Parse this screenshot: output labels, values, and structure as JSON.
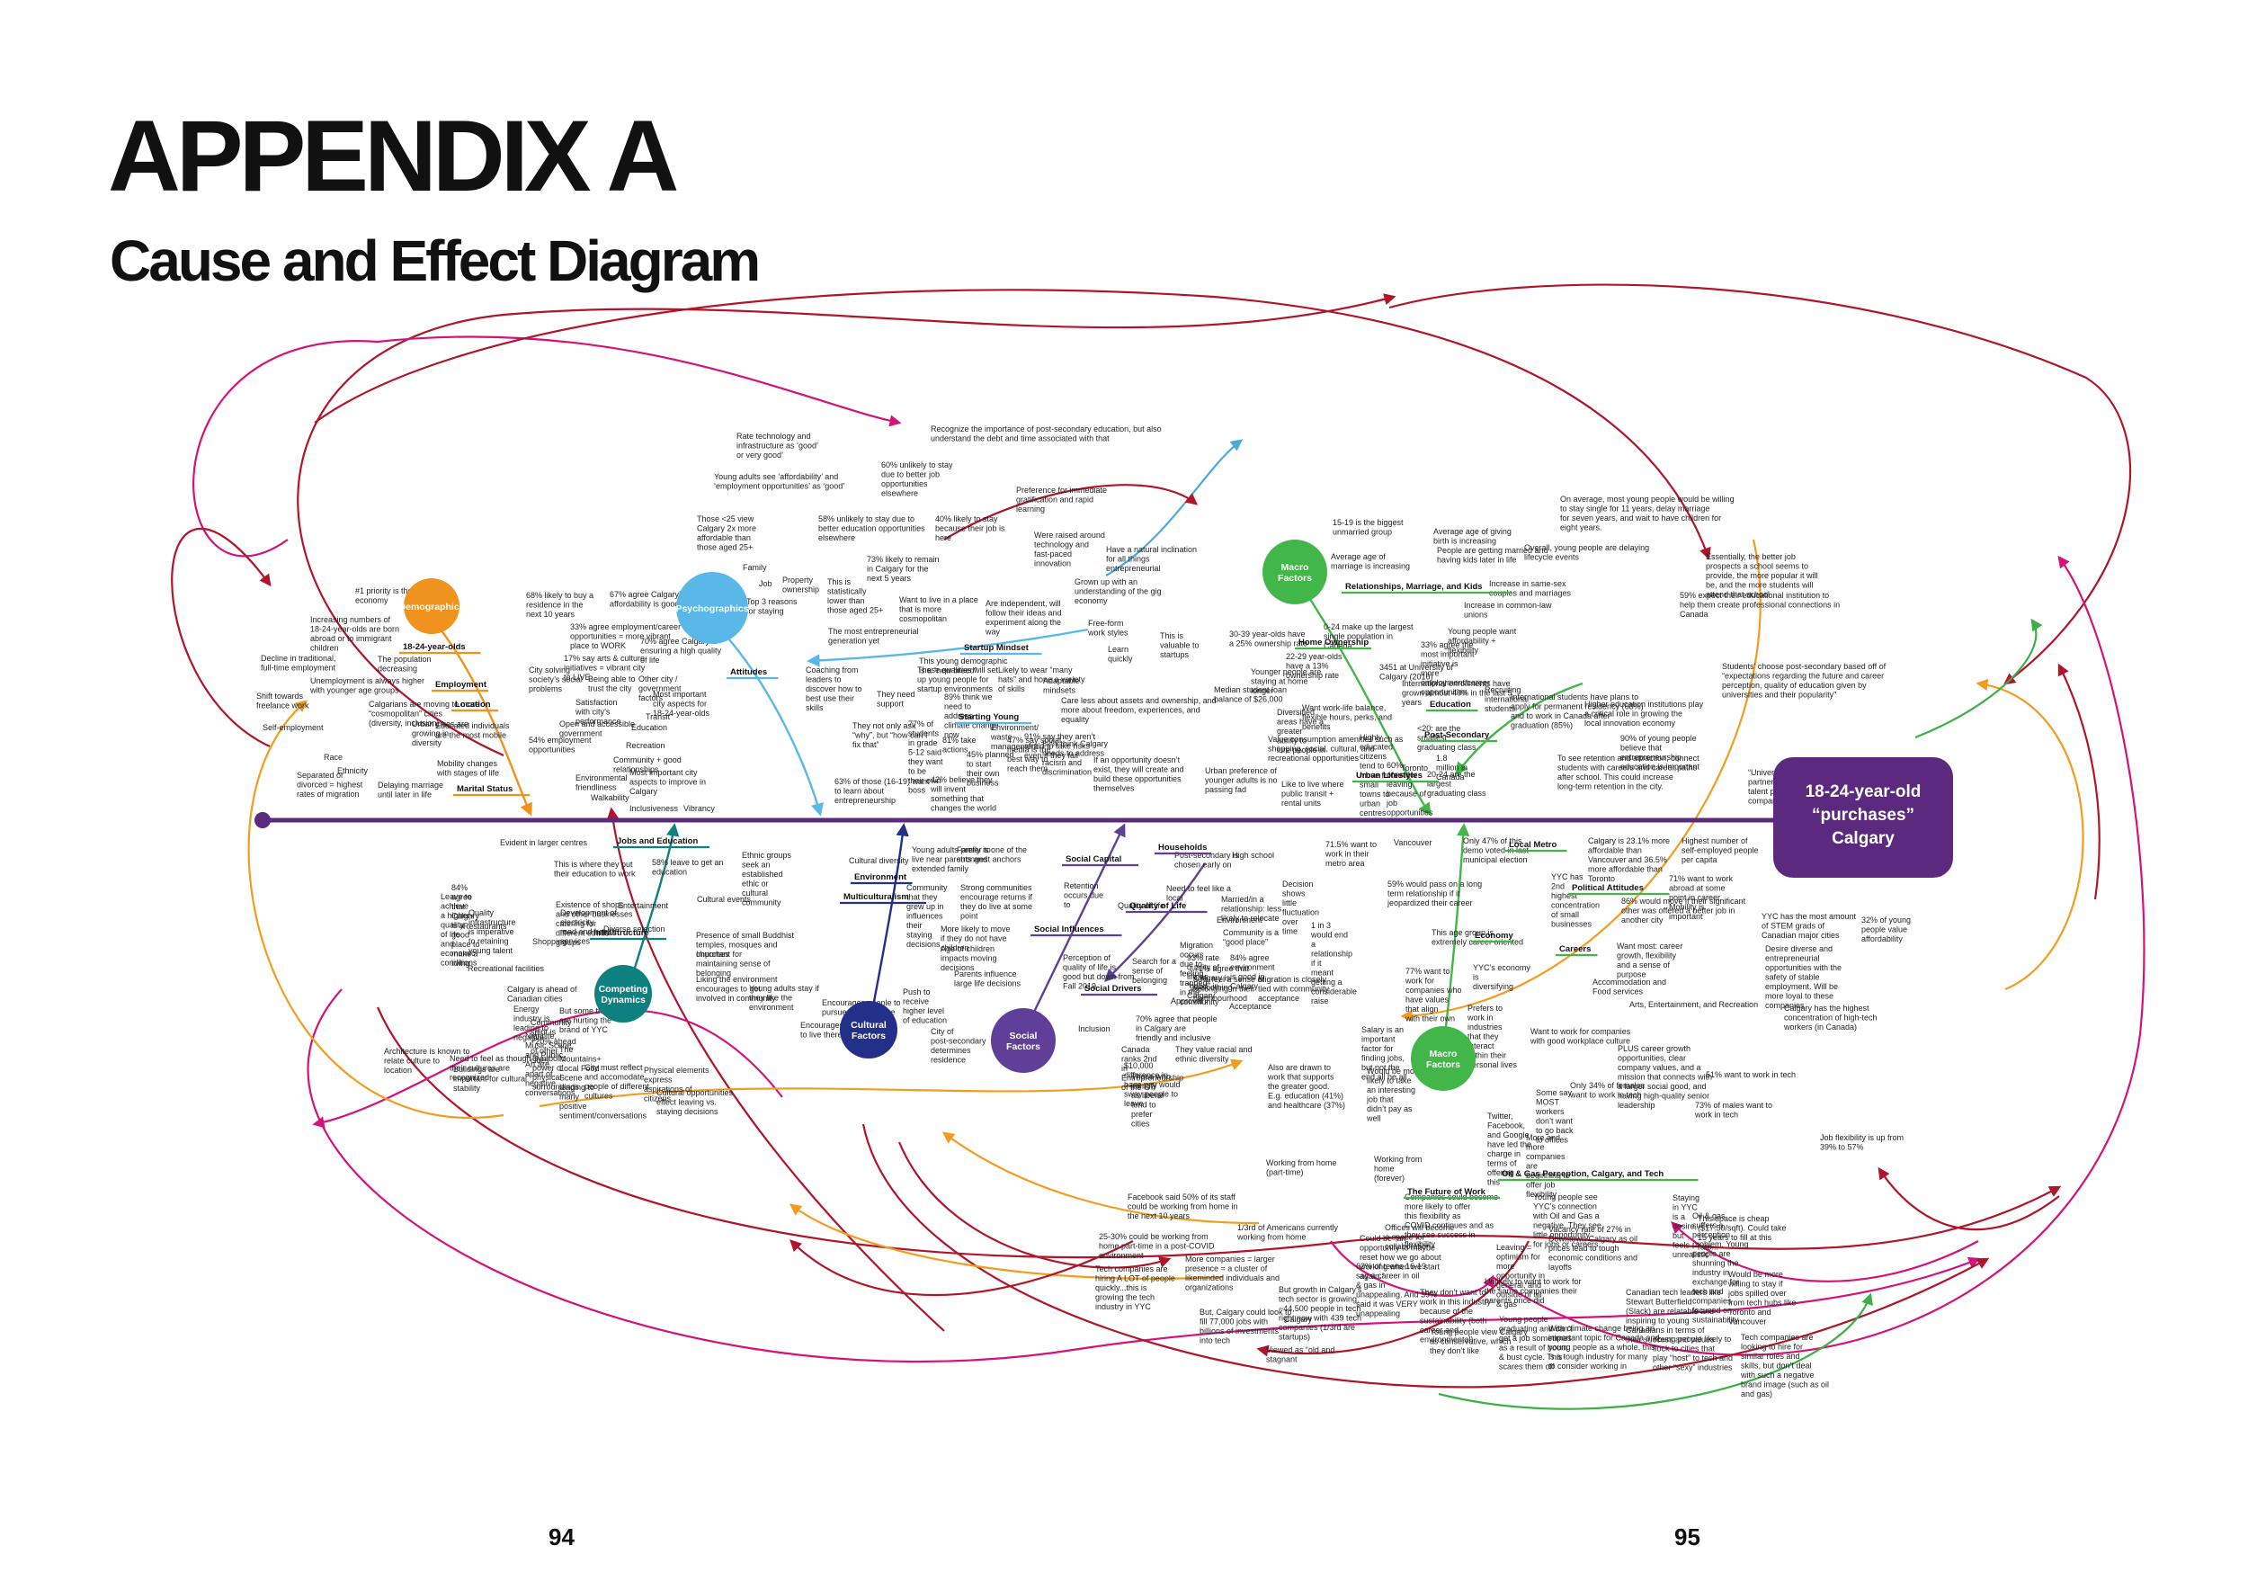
{
  "title": "APPENDIX A",
  "subtitle": "Cause and Effect Diagram",
  "outcome": [
    "18-24-year-old",
    "“purchases”",
    "Calgary"
  ],
  "page_numbers": {
    "left": "94",
    "right": "95"
  },
  "hubs": {
    "demographics": {
      "label": "Demographics",
      "color": "#f0931e"
    },
    "psychographics": {
      "label": "Psychographics",
      "color": "#5ab8e8"
    },
    "macro_top": {
      "label": "Macro Factors",
      "color": "#43b649"
    },
    "competing": {
      "label": "Competing Dynamics",
      "color": "#0e8080"
    },
    "cultural": {
      "label": "Cultural Factors",
      "color": "#22308a"
    },
    "social": {
      "label": "Social Factors",
      "color": "#603f98"
    },
    "macro_bottom": {
      "label": "Macro Factors",
      "color": "#43b649"
    }
  },
  "sub_headings": [
    "18-24-year-olds",
    "Employment",
    "Location",
    "Marital Status",
    "Attitudes",
    "Startup Mindset",
    "Starting Young",
    "Relationships, Marriage, and Kids",
    "Home Ownership",
    "Education",
    "Post-Secondary",
    "Urban Lifestyles",
    "Jobs and Education",
    "Infrastructure",
    "Environment",
    "Multiculturalism",
    "Social Capital",
    "Households",
    "Quality of Life",
    "Social Influences",
    "Social Drivers",
    "Local Metro",
    "Political Attitudes",
    "Economy",
    "Careers",
    "The Future of Work",
    "Oil & Gas Perception, Calgary, and Tech"
  ],
  "notes": [
    "#1 priority is the economy",
    "Increasing numbers of 18-24-year-olds are born abroad or to immigrant children",
    "Decline in traditional, full-time employment",
    "The population decreasing",
    "Unemployment is always higher with younger age groups",
    "Shift towards freelance work",
    "Calgarians are moving to more “cosmopolitan” cities (diversity, inclusion)",
    "Self-employment",
    "Urban cities are growing in diversity",
    "Educated individuals are the most mobile",
    "Race",
    "Ethnicity",
    "Mobility changes with stages of life",
    "Separated or divorced = highest rates of migration",
    "Delaying marriage until later in life",
    "68% likely to buy a residence in the next 10 years",
    "67% agree Calgary’s affordability is good",
    "33% agree employment/career opportunities = more vibrant place to WORK",
    "City solving society’s social problems",
    "70% agree Calgary is ensuring a high quality of life",
    "17% say arts & culture initiatives = vibrant city to LIVE",
    "Being able to trust the city",
    "Satisfaction with city’s performance",
    "Other city / government factors",
    "Open and accessible government",
    "Most important city aspects for 18-24-year-olds",
    "Transit",
    "Education",
    "Recreation",
    "Community + good relationships",
    "54% employment opportunities",
    "Environmental friendliness",
    "Most important city aspects to improve in Calgary",
    "Walkability",
    "Inclusiveness",
    "Vibrancy",
    "Rate technology and infrastructure as ‘good’ or very good’",
    "Young adults see ‘affordability’ and ‘employment opportunities’ as ‘good’",
    "Those <25 view Calgary 2x more affordable than those aged 25+",
    "Family",
    "Job",
    "Property ownership",
    "Top 3 reasons for staying",
    "Recognize the importance of post-secondary education, but also understand the debt and time associated with that",
    "60% unlikely to stay due to better job opportunities elsewhere",
    "58% unlikely to stay due to better education opportunities elsewhere",
    "40% likely to stay because their job is here",
    "73% likely to remain in Calgary for the next 5 years",
    "This is statistically lower than those aged 25+",
    "Want to live in a place that is more cosmopolitan",
    "The most entrepreneurial generation yet",
    "Preference for immediate gratification and rapid learning",
    "Were raised around technology and fast-paced innovation",
    "Have a natural inclination for all things entrepreneurial",
    "Grown up with an understanding of the gig economy",
    "Are independent, will follow their ideas and experiment along the way",
    "Free-form work styles",
    "Learn quickly",
    "This is valuable to startups",
    "This young demographic is a “new breed”",
    "Likely to wear “many hats” and hone a variety of skills",
    "Adaptable mindsets",
    "Care less about assets and ownership, and more about freedom, experiences, and equality",
    "Coaching from leaders to discover how to best use their skills",
    "These qualities will set up young people for startup environments",
    "They need support",
    "89% think we need to address climate change now",
    "81% take actions",
    "Environment/ waste management",
    "47% say social media is the best way to reach them",
    "82% think Calgary needs to address racism and discrimination",
    "63% of those (16-19) want to learn about entrepreneurship",
    "They not only ask “why”, but “how can I fix that”",
    "77% of students in grade 5-12 said they want to be their own boss",
    "45% planned to start their own business",
    "91% say they aren’t afraid to take risks even if they fail",
    "42% believe they will invent something that changes the world",
    "If an opportunity doesn’t exist, they will create and build these opportunities themselves",
    "15-19 is the biggest unmarried group",
    "Average age of giving birth is increasing",
    "Average age of marriage is increasing",
    "People are getting married and having kids later in life",
    "Overall, young people are delaying lifecycle events",
    "Increase in same-sex couples and marriages",
    "Increase in common-law unions",
    "0-24 make up the largest single population in Canada",
    "30-39 year-olds have a 25% ownership rate",
    "Younger people are staying at home longer",
    "22-29 year-olds have a 13% ownership rate",
    "Young people want affordability + flexibility",
    "3451 at University of Calgary (2016)",
    "International enrollments have grown almost 40% in the last 5 years",
    "International students have plans to apply for permanent residency (68%) and to work in Canada after graduation (85%)",
    "Recruiting international students",
    "Median student loan balance of $26,000",
    "Want work-life balance, flexible hours, perks, and benefits",
    "Value consumption amenities such as shopping, social, cultural, and recreational opportunities",
    "Higher education institutions play a critical role in growing the local innovation economy",
    "90% of young people believe that entrepreneurship education is important",
    "<20: are the smallest graduating class",
    "1.8 million in Canada",
    "20-24 are the largest graduating class",
    "To see retention and attraction, connect students with careers and career paths after school. This could increase long-term retention in the city.",
    "Urban preference of younger adults is no passing fad",
    "Like to live where public transit + rental units",
    "On average, most young people would be willing to stay single for 11 years, delay marriage for seven years, and wait to have children for eight years.",
    "59% expect their educational institution to help them create professional connections in Canada",
    "Essentially, the better job prospects a school seems to provide, the more popular it will be, and the more students will attend that school",
    "Students’ choose post-secondary based off of “expectations regarding the future and career perception, quality of education given by universities and their popularity”",
    "“Universities provide a powerful partner for building a valuable talent pool for the attraction of companies and the jobs they create”",
    "33% agree the most important initiative is more employment/career opportunities",
    "Diversified areas have a greater ability to lure people in",
    "Highly educated citizens tend to move from small towns to urban centres",
    "60% consider leaving because of job opportunities",
    "Toronto",
    "Vancouver",
    "Evident in larger centres",
    "This is where they put their education to work",
    "58% leave to get an education",
    "84% agree that Calgary is a good place to make a living",
    "Leave to achieve a higher quality of life and economic conditions",
    "Quality infrastructure is imperative to retaining young talent",
    "Development of electricity, road and health services",
    "Entertainment",
    "Restaurants",
    "Shopping",
    "Diverse selection",
    "Recreational facilities",
    "Calgary is ahead of Canadian cities",
    "Energy industry is leading to negative",
    "But some things are hurting the brand of YYC",
    "Community spirit is +20% ahead of other cities",
    "Nightlife, Music Scene, and Public Art are apart of negative conversations",
    "The Mountains+ Local Food Scene leading to many positive sentiment/conversations",
    "Symbolic power of physical surroundings",
    "City must reflect and accomodate people of different cultures",
    "Architecture is known to relate culture to location",
    "Need to feel as though their cultures are recognized",
    "Physical elements express aspirations of citizens",
    "Buildings are important for cultural stability",
    "Cultural opportunities effect leaving vs. staying decisions",
    "Ethnic groups seek an established ethic or cultural community",
    "Cultural diversity",
    "Cultural events",
    "Existence of shops and other businesses catering for different ethnic groups",
    "Presence of small Buddhist temples, mosques and churches",
    "Important for maintaining sense of belonging",
    "Liking the environment encourages to get involved in community",
    "Young adults stay if they like the environment",
    "Encourages people to live there",
    "Encourages people to pursue studies there",
    "Young adults prefer to live near parents and extended family",
    "Family is one of the strongest anchors",
    "Community that they grew up in influences their staying decisions",
    "Strong communities encourage returns if they do live at some point",
    "More likely to move if they do not have children",
    "Age of children impacts moving decisions",
    "Parents influence large life decisions",
    "Push to receive higher level of education",
    "City of post-secondary determines residence",
    "Post-secondary is chosen early on",
    "High school",
    "Need to feel like a local",
    "Married/in a relationship: less likely to relocate",
    "Decision shows little fluctuation over time",
    "Retention occurs due to",
    "Quality of life",
    "Environment",
    "Community is a “good place”",
    "Migration occurs due to feeling trapped in the community",
    "93% rate quality of life as “good” in Calgary",
    "84% agree environment is good in Calgary",
    "Perception of quality of life is good but down from Fall 2019",
    "Search for a sense of belonging",
    "80% feel a sense of belonging in their neighbourhood",
    "71% agree that Calgary is welcoming",
    "Migration is closely tied with community acceptance",
    "Approval",
    "Acceptance",
    "Inclusion",
    "70% agree that people in Calgary are friendly and inclusive",
    "Canada ranks 2nd in Entrepreneurship of the G7",
    "$10,000 difference in base pay would sway people to leave",
    "Those who identify as liberal tend to prefer cities",
    "They value racial and ethnic diversity",
    "71.5% want to work in their metro area",
    "Only 47% of this demo voted in last municipal election",
    "Calgary is 23.1% more affordable than Vancouver and 36.5% more affordable than Toronto",
    "Highest number of self-employed people per capita",
    "YYC has 2nd highest concentration of small businesses",
    "71% want to work abroad at some point in career. Mobility is important",
    "59% would pass on a long term relationship if it jeopardized their career",
    "1 in 3 would end a relationship if it meant getting a considerable raise",
    "This age group is extremely career oriented",
    "86% would move if their significant other was offered a better job in another city",
    "YYC has the most amount of STEM grads of Canadian major cities",
    "32% of young people value affordability",
    "Want most: career growth, flexibility and a sense of purpose",
    "Desire diverse and entrepreneurial opportunities with the safety of stable employment. Will be more loyal to these companies",
    "77% want to work for companies who have values that align with their own",
    "YYC’s economy is diversifying",
    "Accommodation and Food services",
    "Arts, Entertainment, and Recreation",
    "Calgary has the highest concentration of high-tech workers (in Canada)",
    "Prefers to work in industries that they interact within their personal lives",
    "Salary is an important factor for finding jobs, but not the end all be all",
    "Would be more likely to take an interesting job that didn’t pay as well",
    "Also are drawn to work that supports the greater good. E.g. education (41%) and healthcare (37%)",
    "Want to work for companies with good workplace culture",
    "PLUS career growth opportunities, clear company values, and a mission that connects with a larger social good, and having high-quality senior leadership",
    "51% want to work in tech",
    "Only 34% of females want to work in tech",
    "73% of males want to work in tech",
    "Job flexibility is up from 39% to 57%",
    "Some say MOST workers don’t want to go back to offices",
    "Twitter, Facebook, and Google have led the charge in terms of offering this",
    "More and more companies are beginning to offer job flexibility",
    "Working from home (forever)",
    "Working from home (part-time)",
    "Facebook said 50% of its staff could be working from home in the next 10 years",
    "Companies could become more likely to offer this flexibility as COVID continues and as they see success in flexibility",
    "1/3rd of Americans currently working from home",
    "Offices will become a space for collaboration",
    "25-30% could be working from home part-time in a post-COVID environment",
    "Could be “an opportunity to maybe reset how we go about working when we start again.”",
    "More companies = larger presence = a cluster of likeminded individuals and organizations",
    "Tech companies are hiring A LOT of people quickly...this is growing the tech industry in YYC",
    "62% of teens 16-19 say a career in oil & gas in unappealing. And 39% said it was VERY unappealing",
    "But growth in Calgary’s tech sector is growing. ~44,500 people in tech right now with 439 tech companies (1/3rd are startups)",
    "But, Calgary could look to fill 77,000 jobs with billions of investments into tech",
    "Calgary",
    "Viewed as “old and stagnant",
    "Young people view Calgary as conservative, which they don’t like",
    "Young people see YYC’s connection with Oil and Gas a negative. They see little opportunity for jobs or careers",
    "Staying in YYC is a desire, but feels unrealistic",
    "Oil & gas suffers a perception problem. Young people are shunning the industry in exchange for tech and companies focused on sustainability",
    "This space is cheap ($17.50/sqft). Could take 15 years to fill at this rate...",
    "Vacancy rate of 27% in Downtown Calgary as oil prices lead to tough economic conditions and layoffs",
    "Leaving = optimism for more opportunity in general, and outside of oil & gas",
    "Unlikely to want to work for the same companies their parents once did",
    "They don’t want to work in this industry because of the sustainability (both career and environmental)",
    "Young people graduating and can’t get a job sometimes as a result of boom & bust cycle. This scares them off",
    "With climate change being an important topic for Canada and young people as a whole, this is a tough industry for many to consider working in",
    "Canadian tech leaders like Stewart Butterfield (Slack) are relatable and inspiring to young Canadians in terms of their success and values",
    "Would be more willing to stay if jobs spilled over from tech hubs like Toronto and Vancouver",
    "Young people likely to flock to cities that play “host” to tech and other “sexy” industries",
    "Tech companies are looking to hire for similar roles and skills, but don’t deal with such a negative brand image (such as oil and gas)"
  ]
}
